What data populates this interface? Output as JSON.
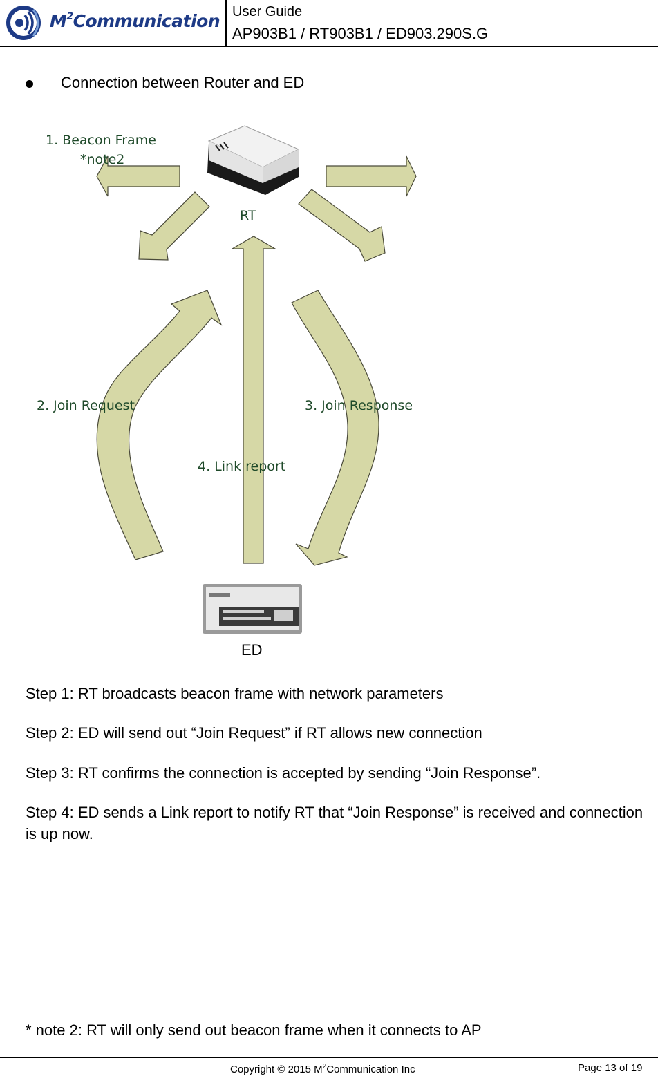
{
  "header": {
    "logo_text": "M",
    "logo_sup": "2",
    "logo_text_rest": "Communication",
    "doc_type": "User Guide",
    "doc_models": "AP903B1 / RT903B1 / ED903.290S.G"
  },
  "section": {
    "title": "Connection between Router and ED"
  },
  "diagram": {
    "labels": {
      "beacon_frame": "1. Beacon Frame",
      "note2": "*note2",
      "rt": "RT",
      "join_request": "2. Join Request",
      "join_response": "3. Join Response",
      "link_report": "4. Link report",
      "ed": "ED"
    },
    "arrow_color": "#d6d8a6",
    "arrow_stroke": "#4a4a3a"
  },
  "steps": [
    "Step 1:  RT broadcasts beacon frame with network parameters",
    "Step 2:  ED will send out “Join Request” if RT allows new connection",
    "Step 3:  RT confirms the connection is accepted by sending “Join Response”.",
    "Step 4:  ED sends a Link report to notify RT that “Join Response” is received and connection is up now."
  ],
  "note": "* note 2: RT will only send out beacon frame when it connects to AP",
  "footer": {
    "copyright_pre": "Copyright © 2015 M",
    "copyright_sup": "2",
    "copyright_post": "Communication Inc",
    "page": "Page 13 of 19"
  }
}
